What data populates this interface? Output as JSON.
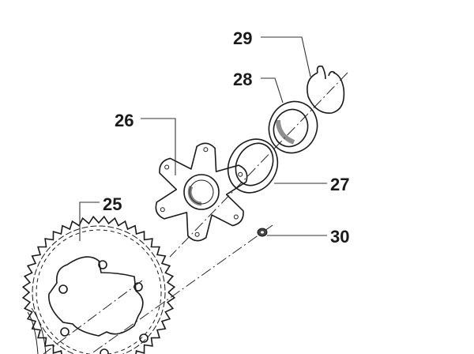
{
  "diagram": {
    "callouts": [
      {
        "id": "25",
        "label": "25"
      },
      {
        "id": "26",
        "label": "26"
      },
      {
        "id": "27",
        "label": "27"
      },
      {
        "id": "28",
        "label": "28"
      },
      {
        "id": "29",
        "label": "29"
      },
      {
        "id": "30",
        "label": "30"
      }
    ],
    "sprocket_teeth": 44,
    "spider_arms": 6,
    "colors": {
      "ink": "#1a1a1a",
      "background": "#ffffff"
    }
  }
}
